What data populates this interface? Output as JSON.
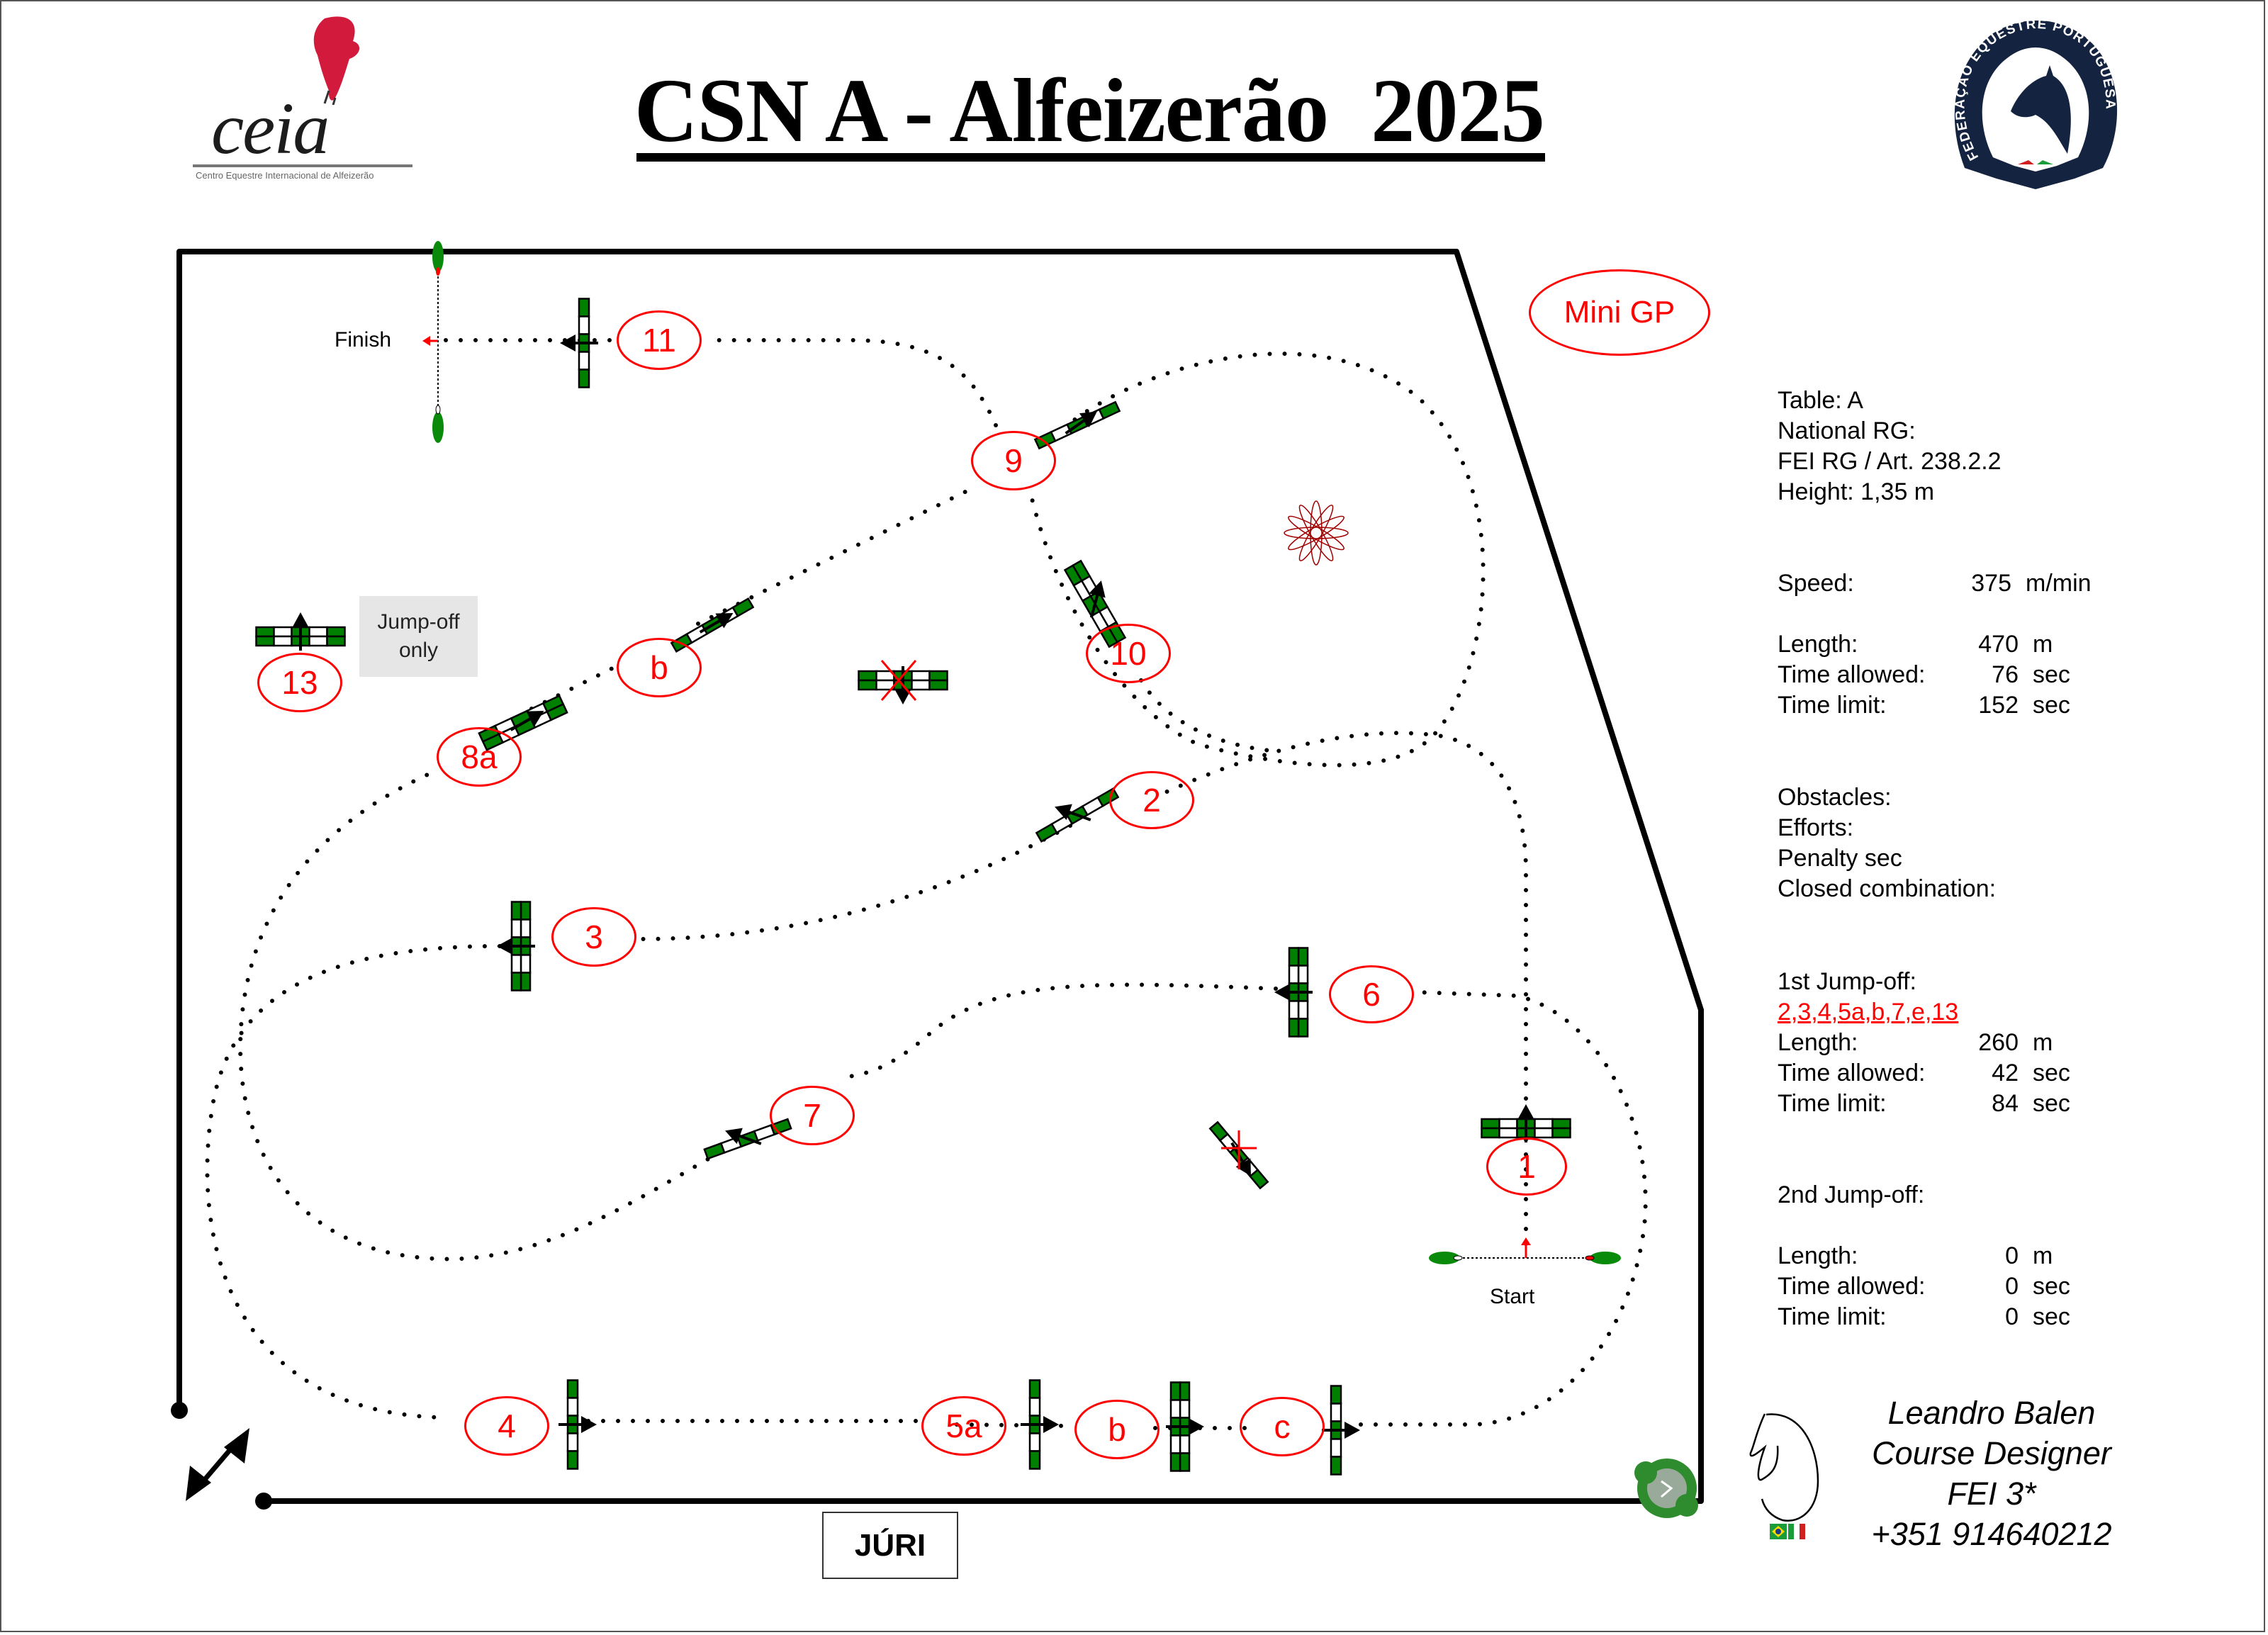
{
  "header": {
    "title": "CSN A - Alfeizerão  2025",
    "left_logo": {
      "word": "ceia",
      "subtitle": "Centro Equestre Internacional de Alfeizerão"
    },
    "right_logo": {
      "text": "FEDERAÇÃO EQUESTRE PORTUGUESA"
    }
  },
  "class_badge": "Mini GP",
  "course_labels": {
    "finish": "Finish",
    "start": "Start",
    "jury": "JÚRI",
    "jump_off_only_line1": "Jump-off",
    "jump_off_only_line2": "only"
  },
  "obstacles": [
    {
      "number": "1"
    },
    {
      "number": "2"
    },
    {
      "number": "3"
    },
    {
      "number": "4"
    },
    {
      "number": "5a"
    },
    {
      "number": "b"
    },
    {
      "number": "c"
    },
    {
      "number": "6"
    },
    {
      "number": "7"
    },
    {
      "number": "8a"
    },
    {
      "number": "b"
    },
    {
      "number": "9"
    },
    {
      "number": "10"
    },
    {
      "number": "11"
    },
    {
      "number": "13"
    }
  ],
  "info": {
    "table": "Table: A",
    "national_rg": "National RG:",
    "fei_rg": "FEI RG / Art. 238.2.2",
    "height": "Height: 1,35  m",
    "speed": {
      "label": "Speed:",
      "value": "375",
      "unit": "m/min"
    },
    "length": {
      "label": "Length:",
      "value": "470",
      "unit": "m"
    },
    "time_allowed": {
      "label": "Time allowed:",
      "value": "76",
      "unit": "sec"
    },
    "time_limit": {
      "label": "Time limit:",
      "value": "152",
      "unit": "sec"
    },
    "obstacles": "Obstacles:",
    "efforts": "Efforts:",
    "penalty": "Penalty sec",
    "closed_combination": "Closed combination:",
    "jump_off_1": {
      "title": "1st Jump-off:",
      "sequence": "2,3,4,5a,b,7,e,13",
      "length": {
        "label": "Length:",
        "value": "260",
        "unit": "m"
      },
      "time_allowed": {
        "label": "Time allowed:",
        "value": "42",
        "unit": "sec"
      },
      "time_limit": {
        "label": "Time limit:",
        "value": "84",
        "unit": "sec"
      }
    },
    "jump_off_2": {
      "title": "2nd Jump-off:",
      "length": {
        "label": "Length:",
        "value": "0",
        "unit": "m"
      },
      "time_allowed": {
        "label": "Time allowed:",
        "value": "0",
        "unit": "sec"
      },
      "time_limit": {
        "label": "Time limit:",
        "value": "0",
        "unit": "sec"
      }
    }
  },
  "designer": {
    "name": "Leandro Balen",
    "role": "Course Designer",
    "level": "FEI 3*",
    "phone": "+351 914640212"
  },
  "colors": {
    "number_red": "#ff0000",
    "rail_green": "#008000",
    "arena_line": "#000000"
  }
}
